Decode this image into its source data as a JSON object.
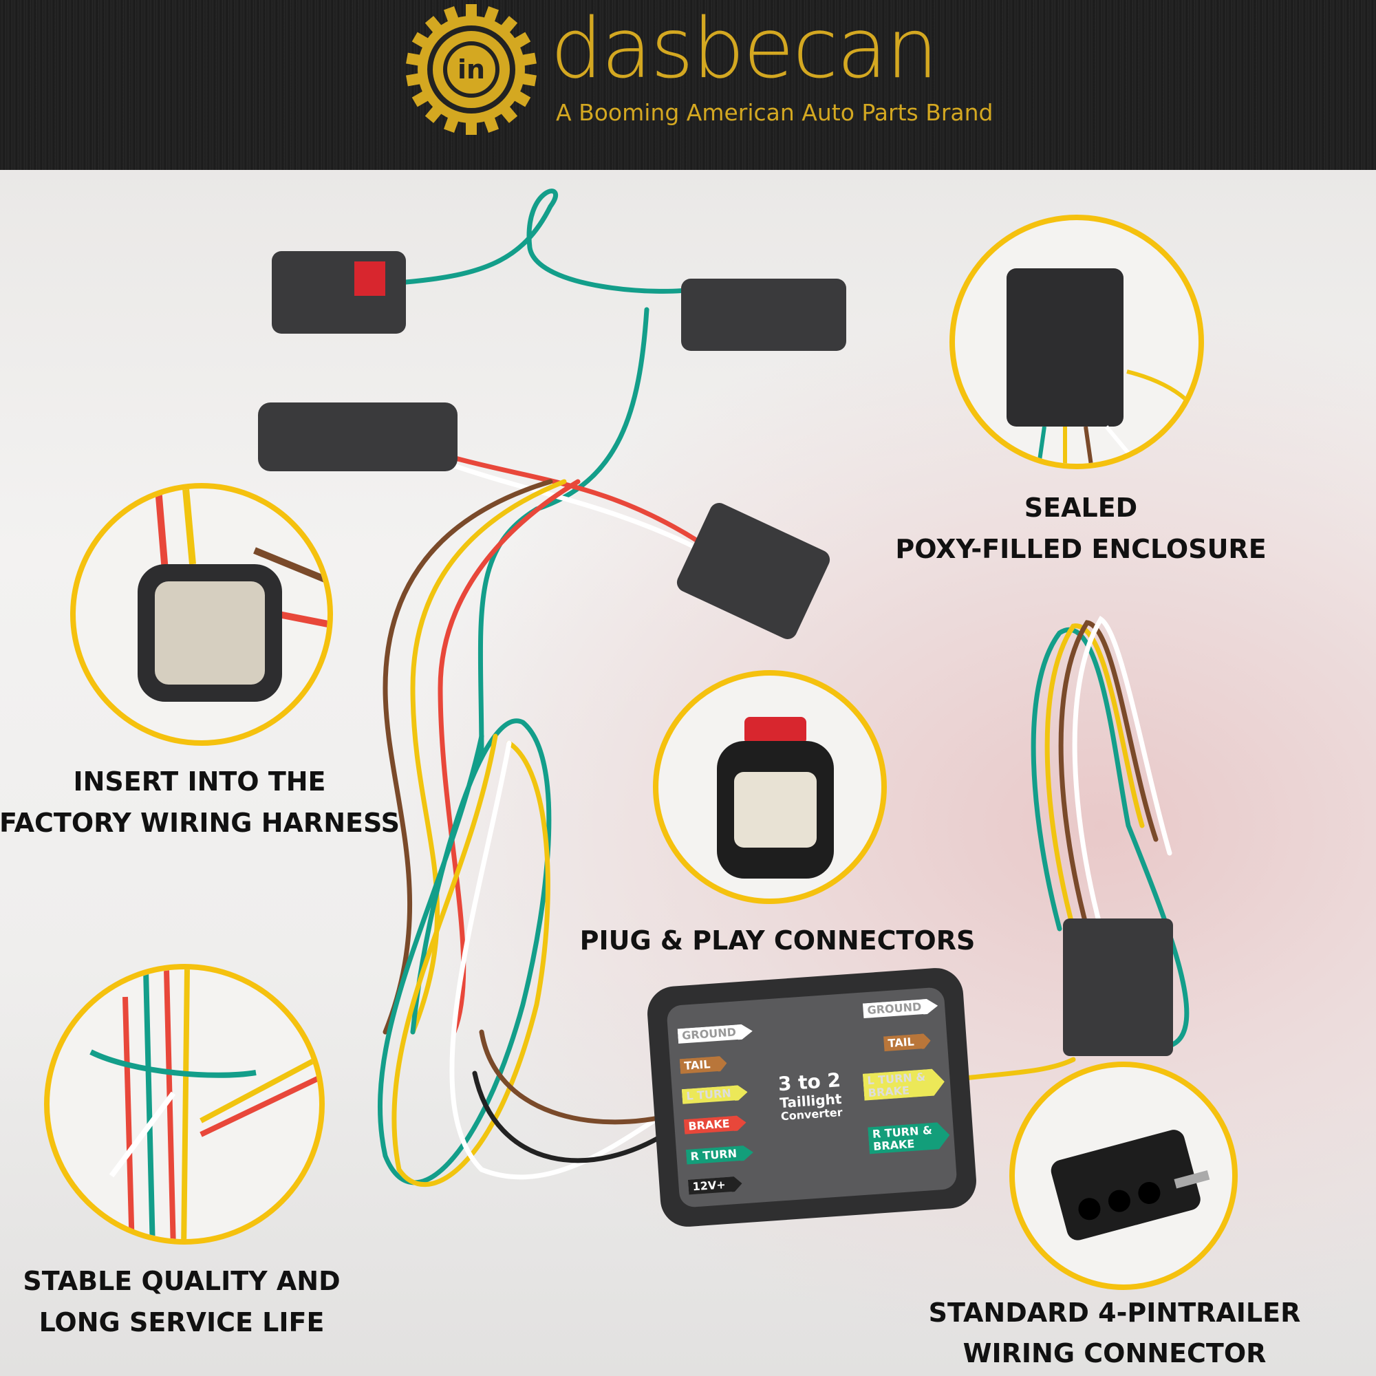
{
  "header": {
    "brand": "dasbecan",
    "tagline": "A Booming American Auto Parts Brand",
    "logo_text": "in"
  },
  "colors": {
    "gold": "#d4a821",
    "ring": "#f5c10e",
    "wire_green": "#139e8a",
    "wire_yellow": "#f1c40f",
    "wire_brown": "#7a4a2a",
    "wire_red": "#e8473a"
  },
  "captions": {
    "enclosure": [
      "SEALED",
      "POXY-FILLED ENCLOSURE"
    ],
    "harness": [
      "INSERT INTO THE",
      "FACTORY WIRING HARNESS"
    ],
    "connectors": "PIUG & PLAY CONNECTORS",
    "quality": [
      "STABLE QUALITY AND",
      "LONG SERVICE LIFE"
    ],
    "trailer": [
      "STANDARD 4-PINTRAILER",
      "WIRING CONNECTOR"
    ]
  },
  "converter": {
    "title": "3 to 2",
    "subtitle": "Taillight",
    "subtitle2": "Converter",
    "inputs": [
      "GROUND",
      "TAIL",
      "L TURN",
      "BRAKE",
      "R TURN",
      "12V+"
    ],
    "outputs": [
      "GROUND",
      "TAIL",
      "L TURN & BRAKE",
      "R TURN & BRAKE"
    ]
  }
}
